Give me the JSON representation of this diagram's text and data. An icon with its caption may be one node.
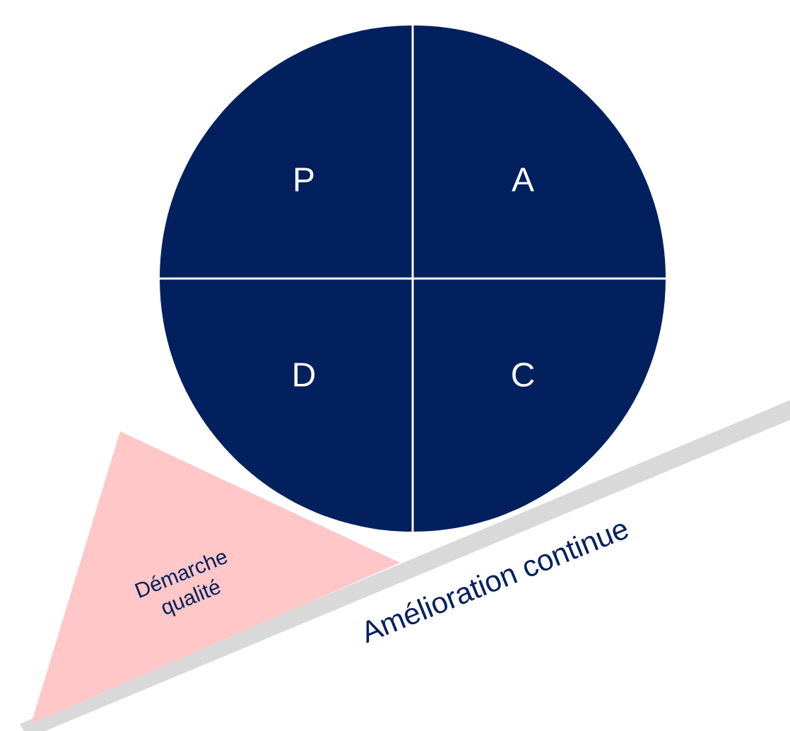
{
  "diagram": {
    "nodes": [
      {
        "text": [
          "P"
        ]
      },
      {
        "text": [
          "A"
        ]
      },
      {
        "text": [
          "D"
        ]
      },
      {
        "text": [
          "C"
        ]
      },
      {
        "text": [
          "Démarche qualité"
        ]
      }
    ],
    "labels": [
      "Amélioration continue"
    ]
  }
}
